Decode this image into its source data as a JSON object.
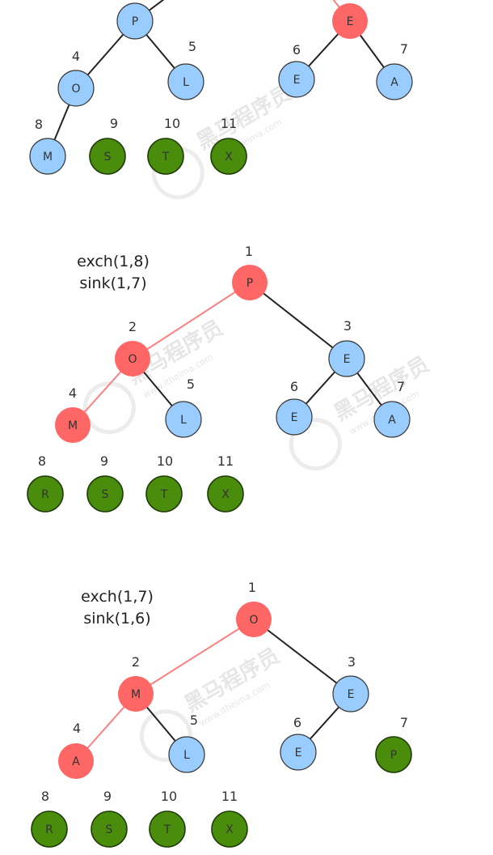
{
  "colors": {
    "blue": "#99ccff",
    "red": "#ff6666",
    "green": "#4a8c0c",
    "line_black": "#222222",
    "line_red": "#ff8080",
    "node_stroke": "#3a3a3a",
    "label_text": "#333333"
  },
  "watermark": {
    "line1": "黑马程序员",
    "line2": "www.itheima.com"
  },
  "panels": [
    {
      "caption": [],
      "nodes": [
        {
          "index": "",
          "letter": "P",
          "state": "blue"
        },
        {
          "index": "",
          "letter": "E",
          "state": "red"
        },
        {
          "index": "4",
          "letter": "O",
          "state": "blue"
        },
        {
          "index": "5",
          "letter": "L",
          "state": "blue"
        },
        {
          "index": "6",
          "letter": "E",
          "state": "blue"
        },
        {
          "index": "7",
          "letter": "A",
          "state": "blue"
        },
        {
          "index": "8",
          "letter": "M",
          "state": "blue"
        },
        {
          "index": "9",
          "letter": "S",
          "state": "green"
        },
        {
          "index": "10",
          "letter": "T",
          "state": "green"
        },
        {
          "index": "11",
          "letter": "X",
          "state": "green"
        }
      ],
      "edges": [
        {
          "state": "black"
        },
        {
          "state": "black"
        },
        {
          "state": "black"
        },
        {
          "state": "black"
        },
        {
          "state": "black"
        },
        {
          "state": "black"
        },
        {
          "state": "red"
        }
      ]
    },
    {
      "caption": [
        "exch(1,8)",
        "sink(1,7)"
      ],
      "nodes": [
        {
          "index": "1",
          "letter": "P",
          "state": "red"
        },
        {
          "index": "2",
          "letter": "O",
          "state": "red"
        },
        {
          "index": "3",
          "letter": "E",
          "state": "blue"
        },
        {
          "index": "4",
          "letter": "M",
          "state": "red"
        },
        {
          "index": "5",
          "letter": "L",
          "state": "blue"
        },
        {
          "index": "6",
          "letter": "E",
          "state": "blue"
        },
        {
          "index": "7",
          "letter": "A",
          "state": "blue"
        },
        {
          "index": "8",
          "letter": "R",
          "state": "green"
        },
        {
          "index": "9",
          "letter": "S",
          "state": "green"
        },
        {
          "index": "10",
          "letter": "T",
          "state": "green"
        },
        {
          "index": "11",
          "letter": "X",
          "state": "green"
        }
      ],
      "edges": [
        {
          "state": "red"
        },
        {
          "state": "black"
        },
        {
          "state": "red"
        },
        {
          "state": "black"
        },
        {
          "state": "black"
        },
        {
          "state": "black"
        }
      ]
    },
    {
      "caption": [
        "exch(1,7)",
        "sink(1,6)"
      ],
      "nodes": [
        {
          "index": "1",
          "letter": "O",
          "state": "red"
        },
        {
          "index": "2",
          "letter": "M",
          "state": "red"
        },
        {
          "index": "3",
          "letter": "E",
          "state": "blue"
        },
        {
          "index": "4",
          "letter": "A",
          "state": "red"
        },
        {
          "index": "5",
          "letter": "L",
          "state": "blue"
        },
        {
          "index": "6",
          "letter": "E",
          "state": "blue"
        },
        {
          "index": "7",
          "letter": "P",
          "state": "green"
        },
        {
          "index": "8",
          "letter": "R",
          "state": "green"
        },
        {
          "index": "9",
          "letter": "S",
          "state": "green"
        },
        {
          "index": "10",
          "letter": "T",
          "state": "green"
        },
        {
          "index": "11",
          "letter": "X",
          "state": "green"
        }
      ],
      "edges": [
        {
          "state": "red"
        },
        {
          "state": "black"
        },
        {
          "state": "red"
        },
        {
          "state": "black"
        },
        {
          "state": "black"
        }
      ]
    }
  ]
}
